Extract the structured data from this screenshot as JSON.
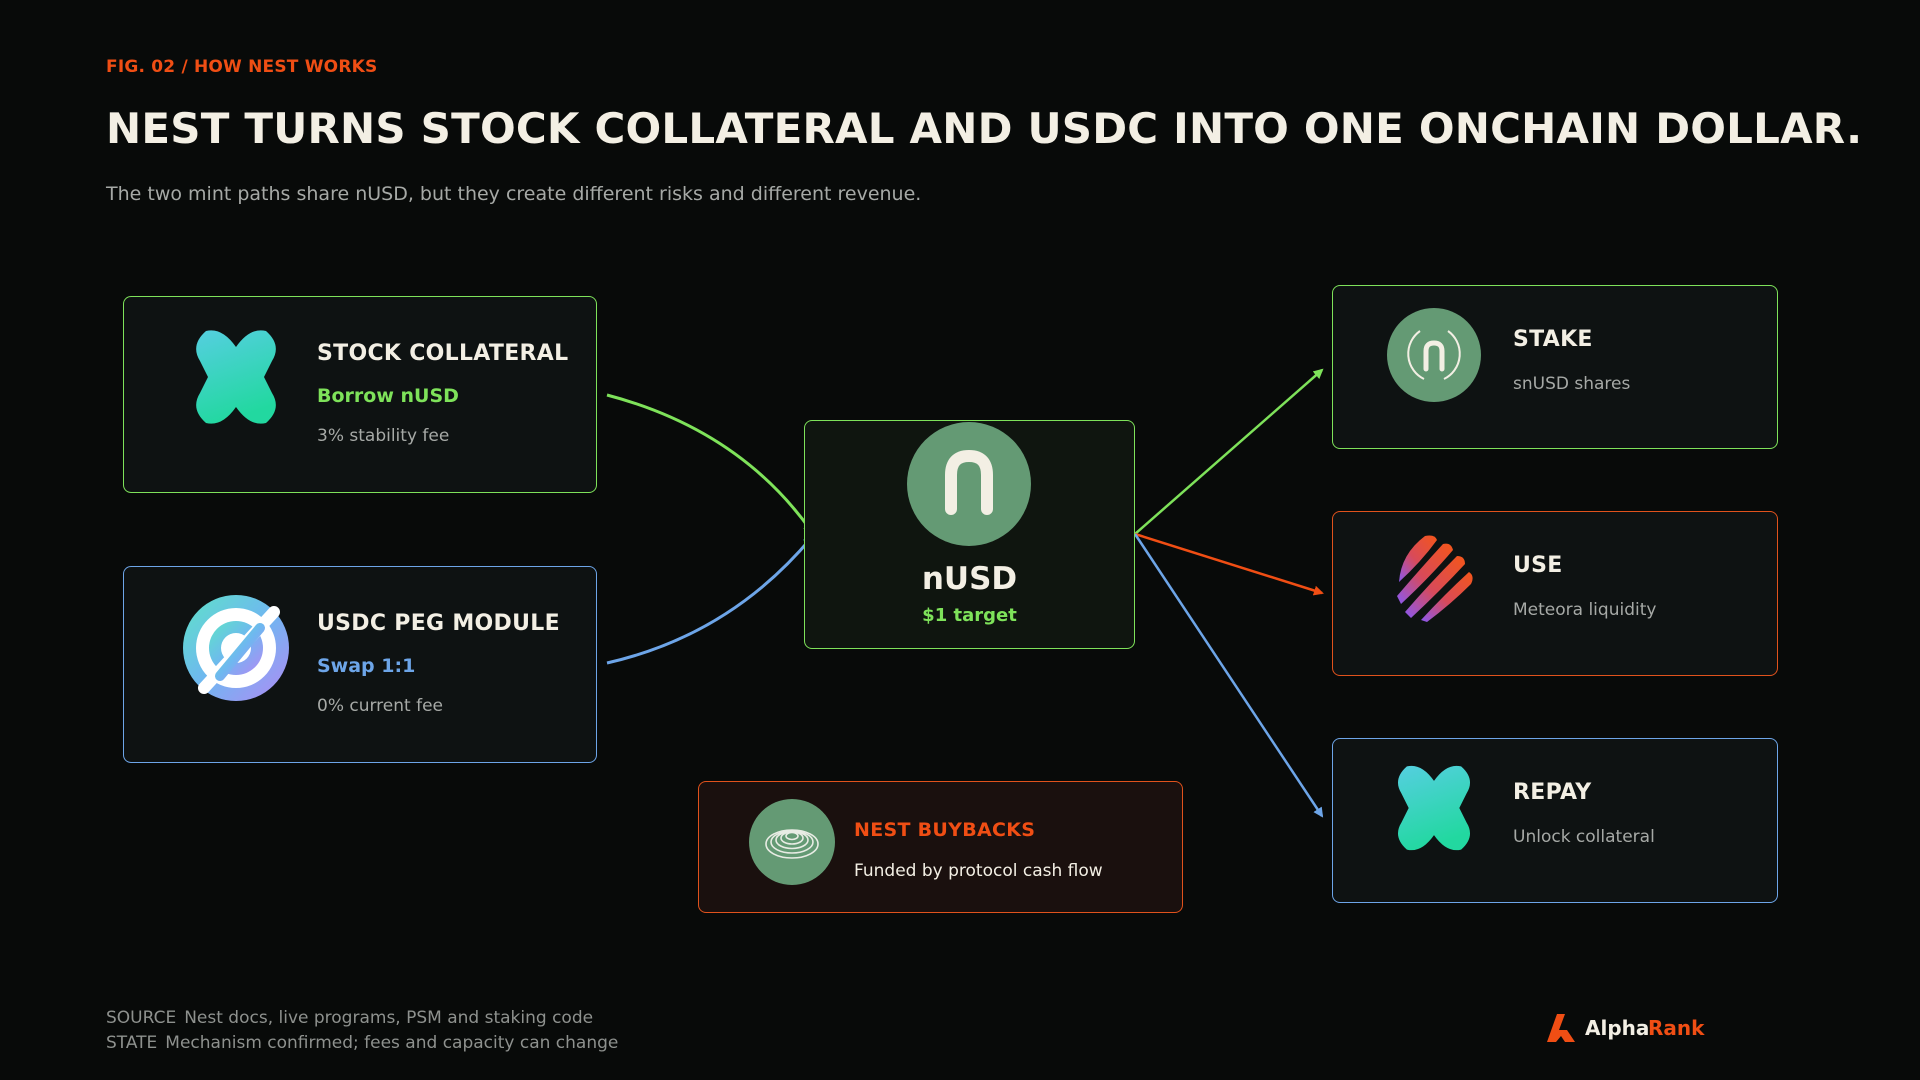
{
  "header": {
    "eyebrow": "FIG. 02 / HOW NEST WORKS",
    "title": "NEST TURNS STOCK COLLATERAL AND USDC INTO ONE ONCHAIN DOLLAR.",
    "subtitle": "The two mint paths share nUSD, but they create different risks and different revenue."
  },
  "inputs": {
    "stock": {
      "icon": "x-cross-icon",
      "title": "STOCK COLLATERAL",
      "action": "Borrow nUSD",
      "note": "3% stability fee",
      "color": "#7ee25a"
    },
    "usdc": {
      "icon": "usdc-coin-icon",
      "title": "USDC PEG MODULE",
      "action": "Swap 1:1",
      "note": "0% current fee",
      "color": "#6da5e8"
    }
  },
  "center": {
    "icon": "nest-n-icon",
    "title": "nUSD",
    "subtitle": "$1 target",
    "color": "#7ee25a"
  },
  "buyback": {
    "icon": "nest-coil-icon",
    "title": "NEST BUYBACKS",
    "note": "Funded by protocol cash flow",
    "color": "#f04e14"
  },
  "outputs": {
    "stake": {
      "icon": "snusd-icon",
      "title": "STAKE",
      "note": "snUSD shares",
      "color": "#7ee25a"
    },
    "use": {
      "icon": "meteora-icon",
      "title": "USE",
      "note": "Meteora liquidity",
      "color": "#e0521c"
    },
    "repay": {
      "icon": "x-cross-icon",
      "title": "REPAY",
      "note": "Unlock collateral",
      "color": "#6da5e8"
    }
  },
  "footer": {
    "source_key": "SOURCE",
    "source_value": "Nest docs, live programs, PSM and staking code",
    "state_key": "STATE",
    "state_value": "Mechanism confirmed; fees and capacity can change",
    "brand_part1": "Alpha",
    "brand_part2": "Rank",
    "brand_icon": "alpharank-logo-icon"
  }
}
